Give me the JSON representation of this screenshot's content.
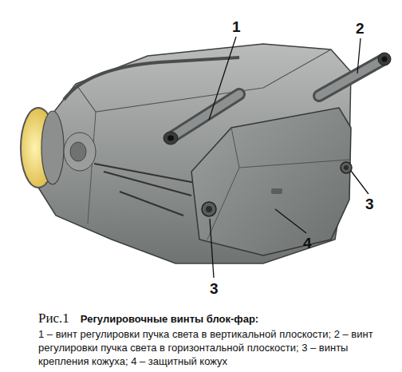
{
  "diagram": {
    "title": "Регулировочные винты блок-фар:",
    "caption": "1 – винт регулировки пучка света в вертикальной плоскости; 2 – винт регулировки пучка света в горизонтальной плоскости; 3 – винты крепления кожуха; 4 – защитный кожух",
    "labels": [
      "1",
      "2",
      "3",
      "3",
      "4",
      "Рис.1"
    ]
  }
}
